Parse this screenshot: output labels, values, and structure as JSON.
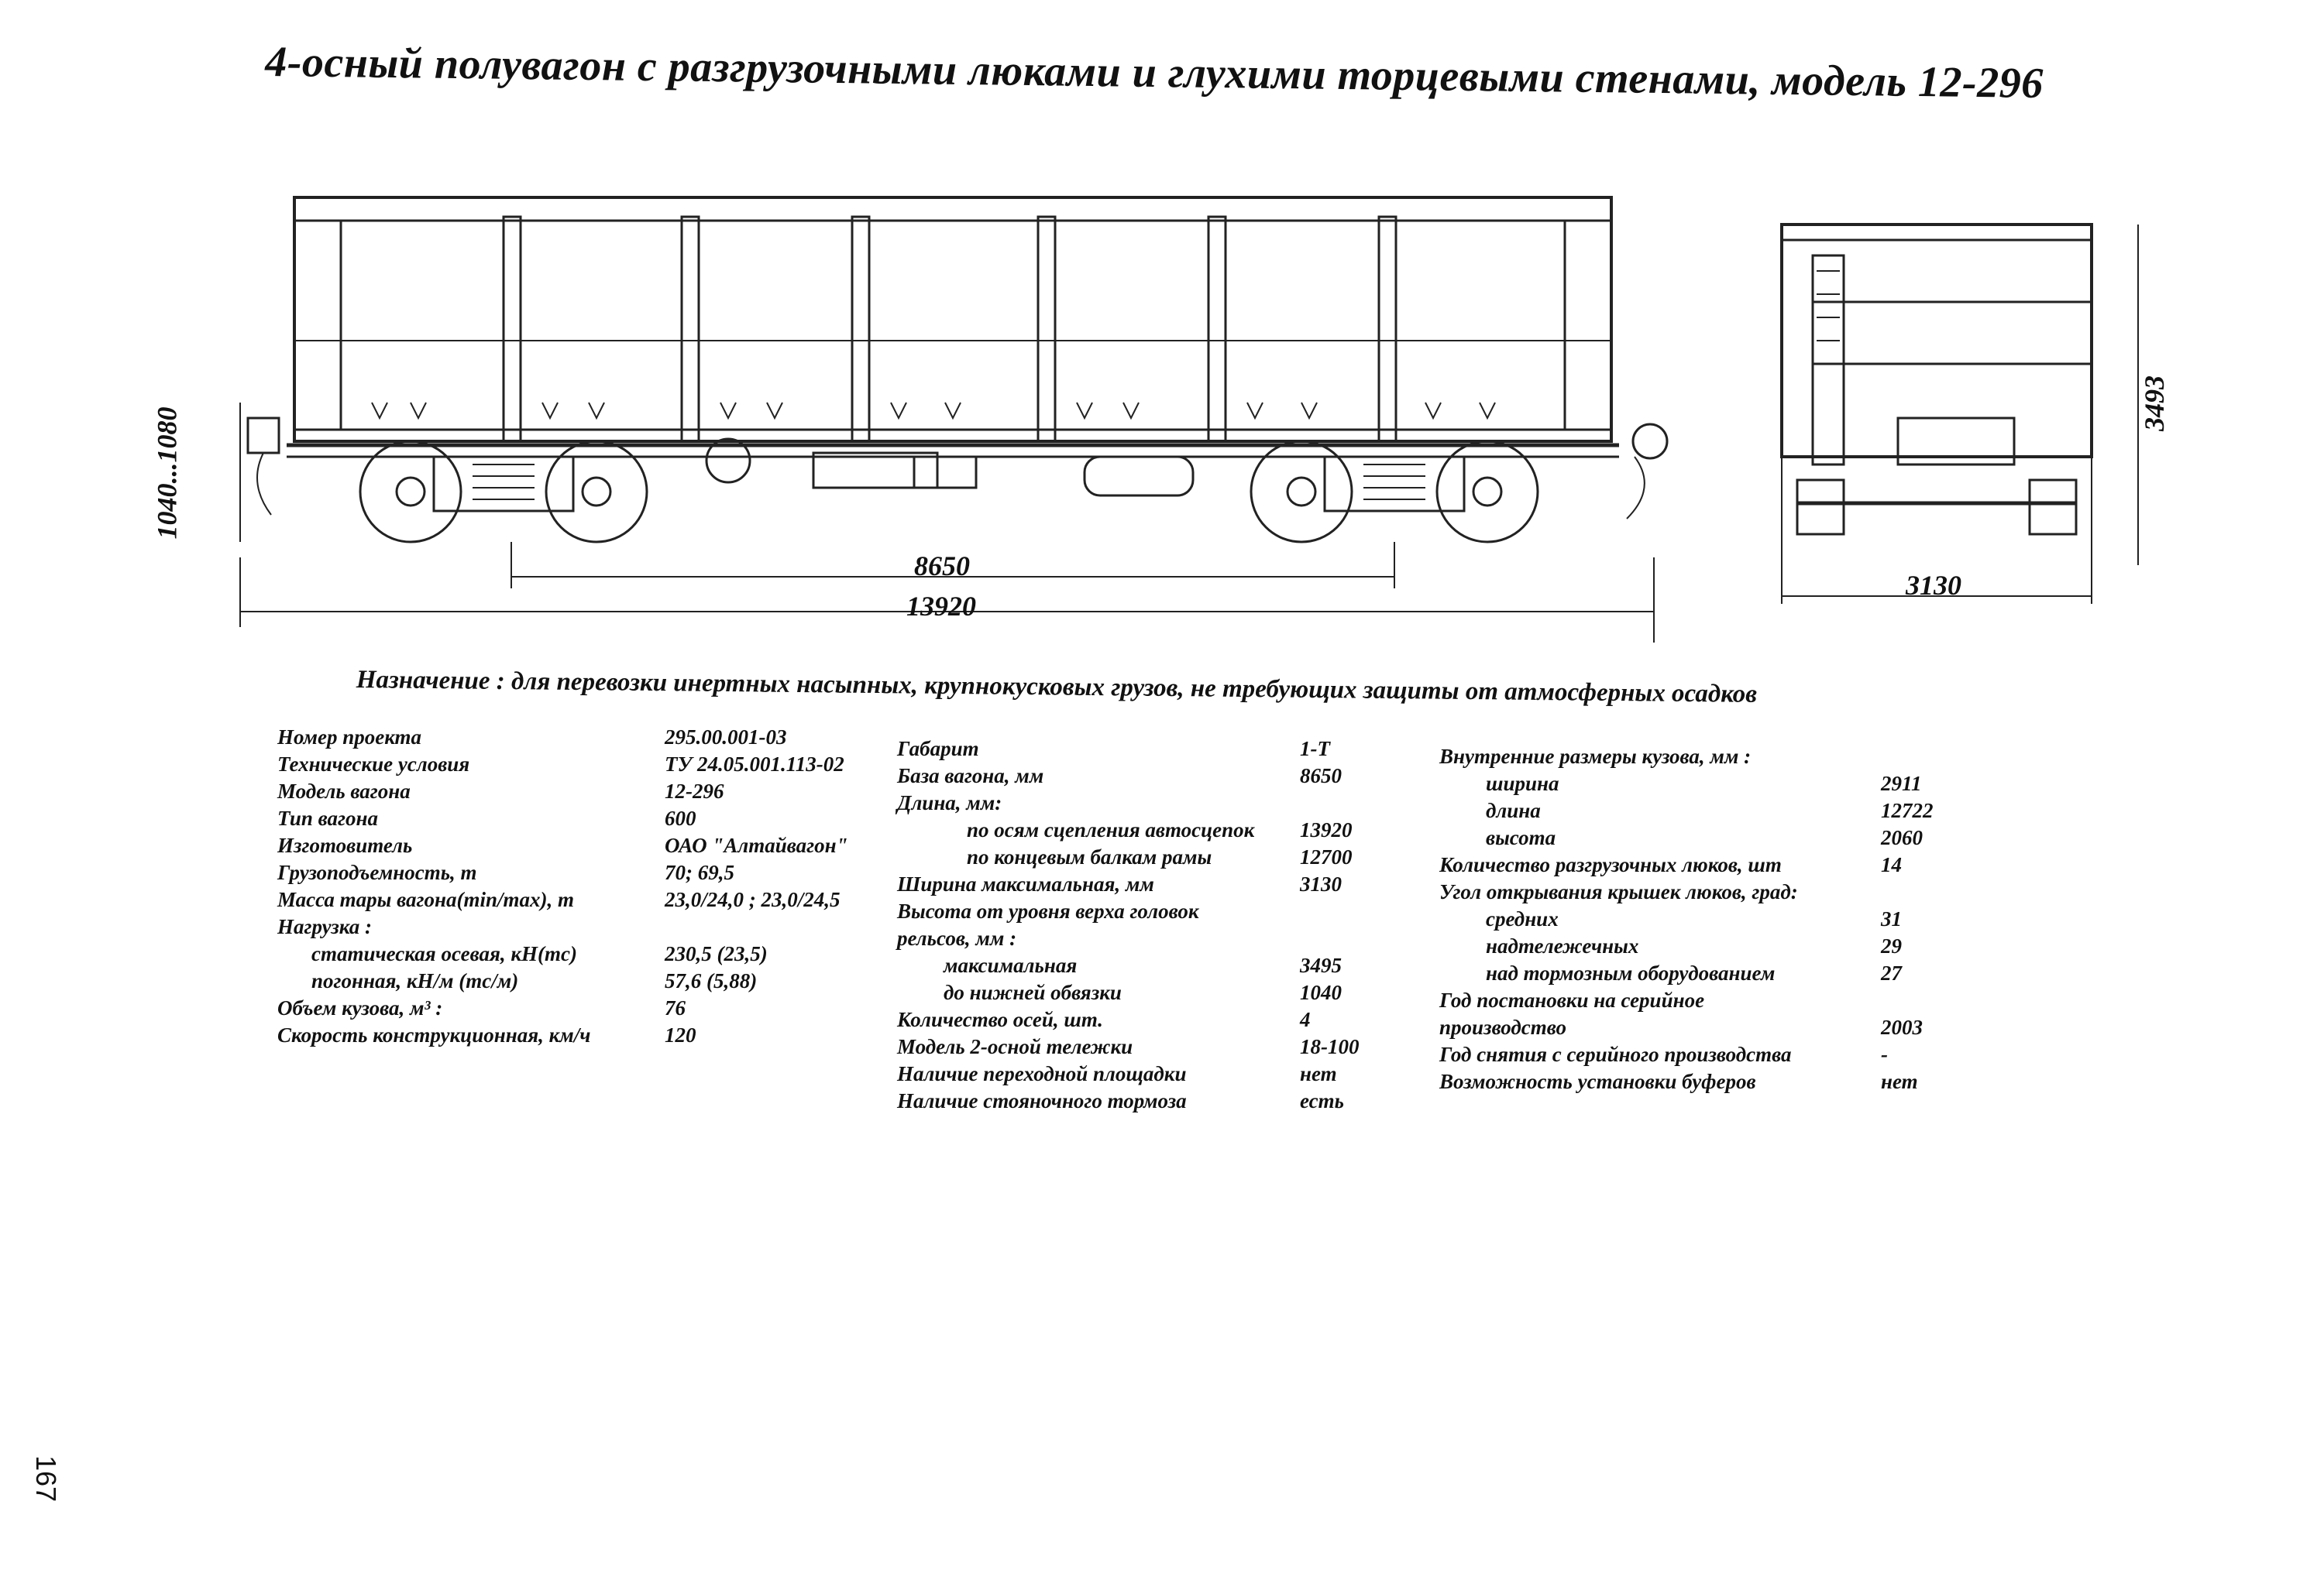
{
  "title": "4-осный полувагон с разгрузочными люками и глухими торцевыми стенами, модель 12-296",
  "dimensions": {
    "coupler_height": "1040...1080",
    "base": "8650",
    "length_total": "13920",
    "width": "3130",
    "height": "3493"
  },
  "purpose": "Назначение : для перевозки инертных насыпных, крупнокусковых грузов, не требующих защиты от атмосферных осадков",
  "col1": [
    {
      "label": "Номер проекта",
      "value": "295.00.001-03"
    },
    {
      "label": "Технические условия",
      "value": "ТУ 24.05.001.113-02"
    },
    {
      "label": "Модель вагона",
      "value": "12-296"
    },
    {
      "label": "Тип вагона",
      "value": "600"
    },
    {
      "label": "Изготовитель",
      "value": "ОАО \"Алтайвагон\""
    },
    {
      "label": "Грузоподъемность, т",
      "value": "70; 69,5"
    },
    {
      "label": "Масса тары вагона(min/max), т",
      "value": "23,0/24,0 ; 23,0/24,5"
    },
    {
      "label": "Нагрузка :",
      "value": ""
    },
    {
      "label": "статическая осевая, кН(тс)",
      "value": "230,5 (23,5)"
    },
    {
      "label": "погонная, кН/м (тс/м)",
      "value": "57,6 (5,88)"
    },
    {
      "label": "Объем кузова, м³ :",
      "value": "76"
    },
    {
      "label": "Скорость конструкционная, км/ч",
      "value": "120"
    }
  ],
  "col2": [
    {
      "label": "Габарит",
      "value": "1-Т"
    },
    {
      "label": "База вагона, мм",
      "value": "8650"
    },
    {
      "label": "Длина, мм:",
      "value": ""
    },
    {
      "label": "по осям сцепления автосцепок",
      "value": "13920"
    },
    {
      "label": "по концевым балкам рамы",
      "value": "12700"
    },
    {
      "label": "Ширина максимальная, мм",
      "value": "3130"
    },
    {
      "label": "Высота от уровня верха головок",
      "value": ""
    },
    {
      "label": "рельсов, мм :",
      "value": ""
    },
    {
      "label": "максимальная",
      "value": "3495"
    },
    {
      "label": "до нижней обвязки",
      "value": "1040"
    },
    {
      "label": "Количество осей, шт.",
      "value": "4"
    },
    {
      "label": "Модель 2-осной тележки",
      "value": "18-100"
    },
    {
      "label": "Наличие переходной площадки",
      "value": "нет"
    },
    {
      "label": "Наличие стояночного тормоза",
      "value": "есть"
    }
  ],
  "col3": [
    {
      "label": "Внутренние размеры кузова, мм :",
      "value": ""
    },
    {
      "label": "ширина",
      "value": "2911"
    },
    {
      "label": "длина",
      "value": "12722"
    },
    {
      "label": "высота",
      "value": "2060"
    },
    {
      "label": "Количество разгрузочных люков, шт",
      "value": "14"
    },
    {
      "label": "Угол открывания крышек люков, град:",
      "value": ""
    },
    {
      "label": "средних",
      "value": "31"
    },
    {
      "label": "надтележечных",
      "value": "29"
    },
    {
      "label": "над тормозным оборудованием",
      "value": "27"
    },
    {
      "label": "Год постановки на серийное",
      "value": ""
    },
    {
      "label": "производство",
      "value": "2003"
    },
    {
      "label": "Год снятия с серийного производства",
      "value": "-"
    },
    {
      "label": "Возможность установки буферов",
      "value": "нет"
    }
  ],
  "page_number": "167"
}
